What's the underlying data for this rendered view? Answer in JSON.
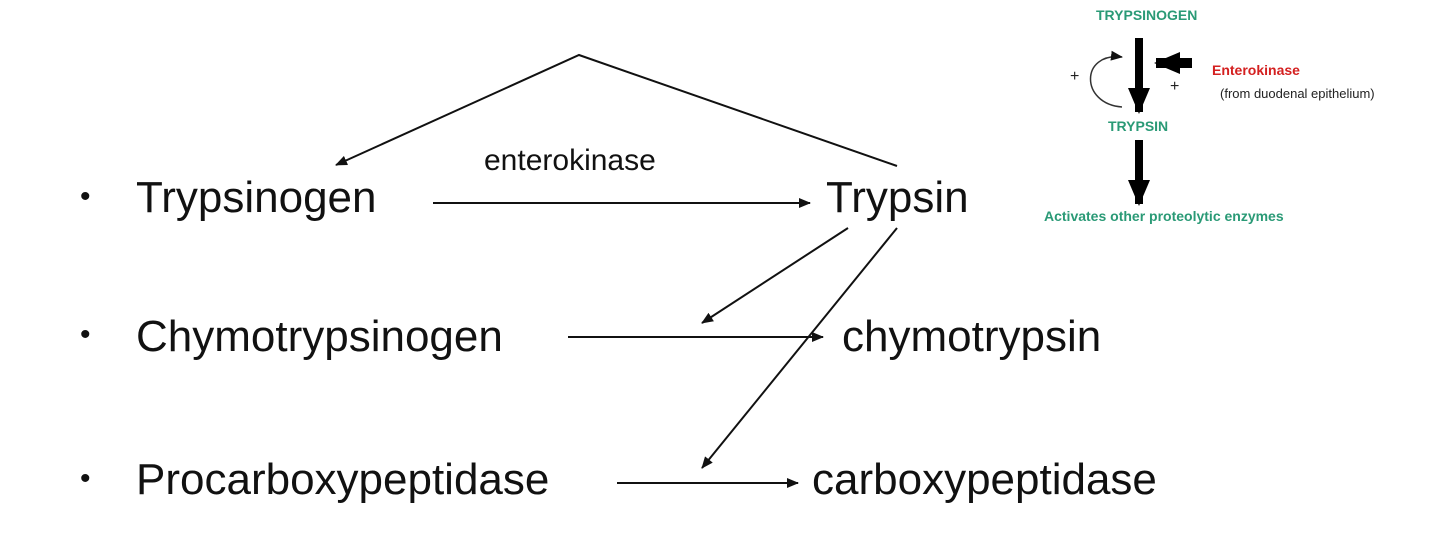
{
  "main": {
    "rows": [
      {
        "bullet": "•",
        "zymogen": "Trypsinogen",
        "active": "Trypsin"
      },
      {
        "bullet": "•",
        "zymogen": "Chymotrypsinogen",
        "active": "chymotrypsin"
      },
      {
        "bullet": "•",
        "zymogen": "Procarboxypeptidase",
        "active": "carboxypeptidase"
      }
    ],
    "activator_label": "enterokinase"
  },
  "inset": {
    "top_label": "TRYPSINOGEN",
    "activator": "Enterokinase",
    "activator_source": "(from duodenal epithelium)",
    "middle_label": "TRYPSIN",
    "bottom_label": "Activates other proteolytic enzymes",
    "plus_left": "+",
    "plus_right": "+",
    "colors": {
      "green": "#2a9a76",
      "red": "#d42020"
    }
  }
}
